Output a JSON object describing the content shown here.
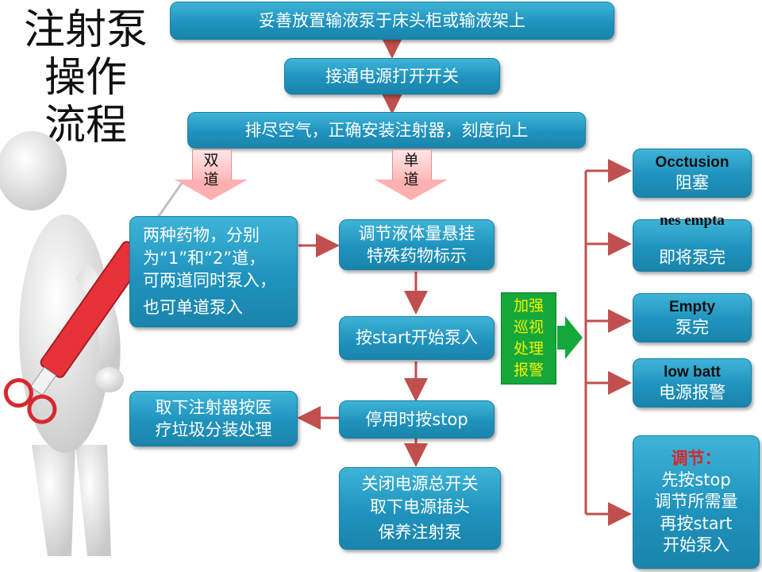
{
  "title_lines": [
    "注射泵",
    "操作",
    "流程"
  ],
  "steps": {
    "top1": "妥善放置输液泵于床头柜或输液架上",
    "top2": "接通电源打开开关",
    "top3": "排尽空气，正确安装注射器，刻度向上"
  },
  "branch_labels": {
    "double": [
      "双",
      "道"
    ],
    "single": [
      "单",
      "道"
    ]
  },
  "dual_box": [
    "两种药物，分别",
    "为“1”和“2”道，",
    "可两道同时泵入，",
    "也可单道泵入"
  ],
  "single_chain": {
    "adjust": [
      "调节液体量悬挂",
      "特殊药物标示"
    ],
    "start": "按start开始泵入",
    "stop": "停用时按stop",
    "close": [
      "关闭电源总开关",
      "取下电源插头",
      "保养注射泵"
    ]
  },
  "disposal": [
    "取下注射器按医",
    "疗垃圾分装处理"
  ],
  "patrol": [
    "加强",
    "巡视",
    "处理",
    "报警"
  ],
  "alarms": [
    {
      "en": "Occtusion",
      "zh": "阻塞"
    },
    {
      "en": "nes empta",
      "zh": "即将泵完"
    },
    {
      "en": "Empty",
      "zh": "泵完"
    },
    {
      "en": "low batt",
      "zh": "电源报警"
    }
  ],
  "adjust_box": {
    "heading": "调节：",
    "lines": [
      "先按stop",
      "调节所需量",
      "再按start",
      "开始泵入"
    ]
  },
  "colors": {
    "box": "#1f93bd",
    "arrow": "#c0504d",
    "patrol_bg": "#14a83a",
    "patrol_text": "#f4f000",
    "heading_red": "#d9262b"
  }
}
